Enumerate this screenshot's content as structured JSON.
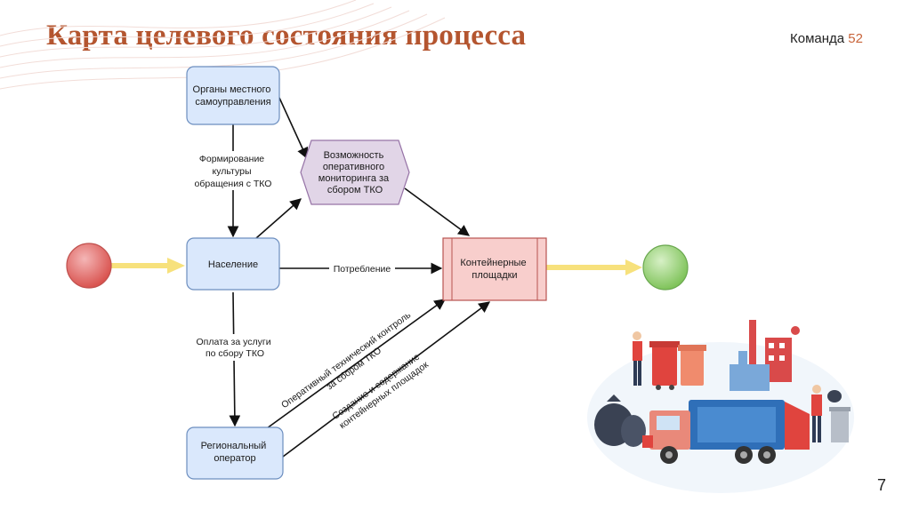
{
  "slide": {
    "title": "Карта целевого состояния процесса",
    "team_label": "Команда",
    "team_number": "52",
    "page_number": "7"
  },
  "diagram": {
    "nodes": {
      "local_gov": [
        "Органы местного",
        "самоуправления"
      ],
      "monitoring": [
        "Возможность",
        "оперативного",
        "мониторинга за",
        "сбором ТКО"
      ],
      "population": [
        "Население"
      ],
      "container_sites": [
        "Контейнерные",
        "площадки"
      ],
      "regional_operator": [
        "Региональный",
        "оператор"
      ]
    },
    "edges": {
      "culture": [
        "Формирование",
        "культуры",
        "обращения с ТКО"
      ],
      "consumption": [
        "Потребление"
      ],
      "payment": [
        "Оплата за услуги",
        "по сбору ТКО"
      ],
      "tech_control": [
        "Оперативный технический контроль",
        "за сбором ТКО"
      ],
      "maintenance": [
        "Создание и содержание",
        "контейнерных площадок"
      ]
    },
    "colors": {
      "box_fill": "#dae8fc",
      "box_stroke": "#6c8ebf",
      "hex_fill": "#e1d5e7",
      "hex_stroke": "#9673a6",
      "container_fill": "#f8cecc",
      "container_stroke": "#b85450",
      "start_fill": "#e06666",
      "end_fill": "#93c47d",
      "flow_arrow": "#f7e17c",
      "title": "#b4552f"
    }
  }
}
